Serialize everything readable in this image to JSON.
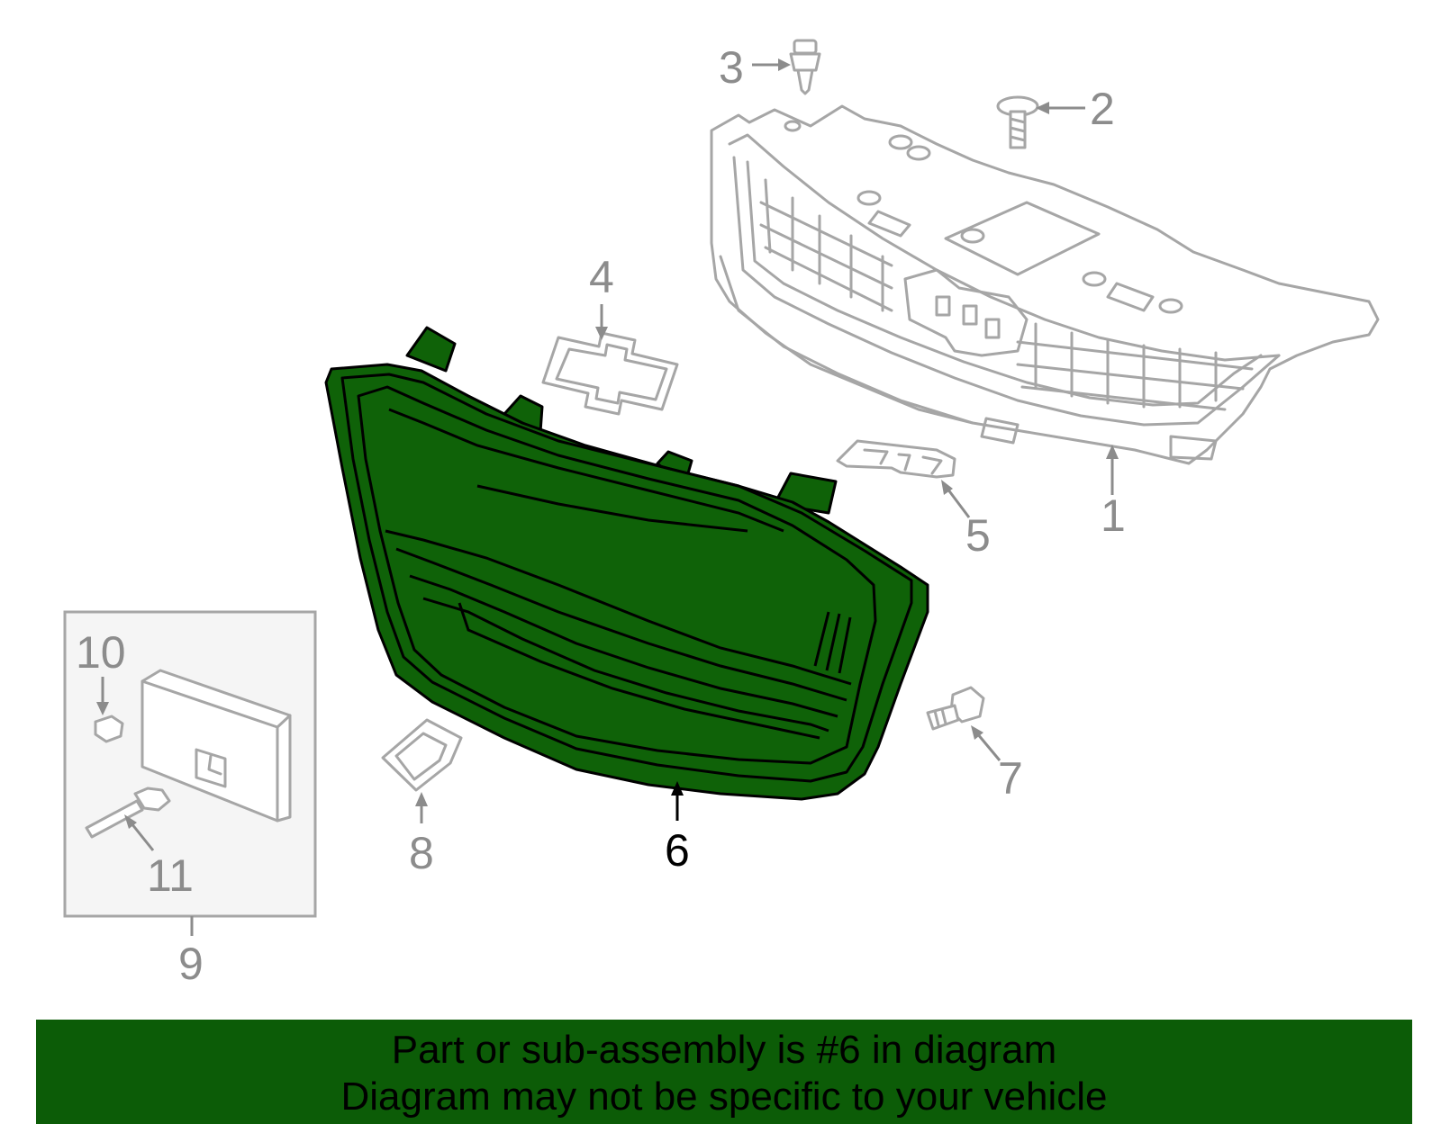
{
  "callouts": {
    "c1": "1",
    "c2": "2",
    "c3": "3",
    "c4": "4",
    "c5": "5",
    "c6": "6",
    "c7": "7",
    "c8": "8",
    "c9": "9",
    "c10": "10",
    "c11": "11"
  },
  "highlight_part": "6",
  "colors": {
    "highlight_fill": "#0f6208",
    "banner_bg": "#0c5c07",
    "part_outline": "#a6a6a6",
    "callout_text": "#8c8c8c",
    "kit_box_bg": "#f5f5f5"
  },
  "banner": {
    "line1": "Part or sub-assembly is #6 in diagram",
    "line2": "Diagram may not be specific to your vehicle"
  }
}
